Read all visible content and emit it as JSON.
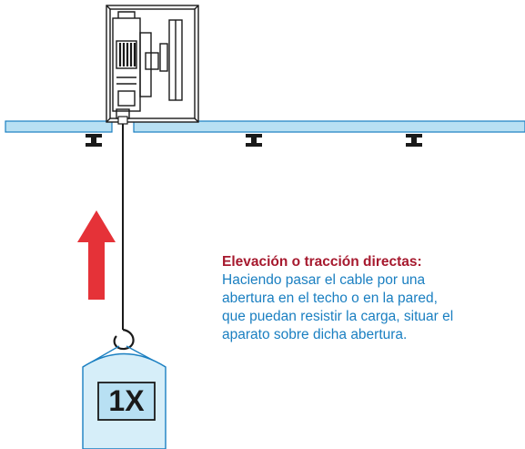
{
  "caption": {
    "title": "Elevación o tracción directas:",
    "lines": [
      "Haciendo pasar el cable por una",
      "abertura en el techo o en la pared,",
      "que puedan resistir la carga, situar el",
      "aparato sobre dicha abertura."
    ]
  },
  "load": {
    "label": "1X"
  },
  "colors": {
    "beam_fill": "#b8e0f3",
    "beam_stroke": "#1a7fc1",
    "caption_title": "#a6192e",
    "caption_body": "#1a7fc1",
    "arrow": "#e53238",
    "load_fill": "#d6eef9",
    "ink": "#1a1a1a"
  }
}
